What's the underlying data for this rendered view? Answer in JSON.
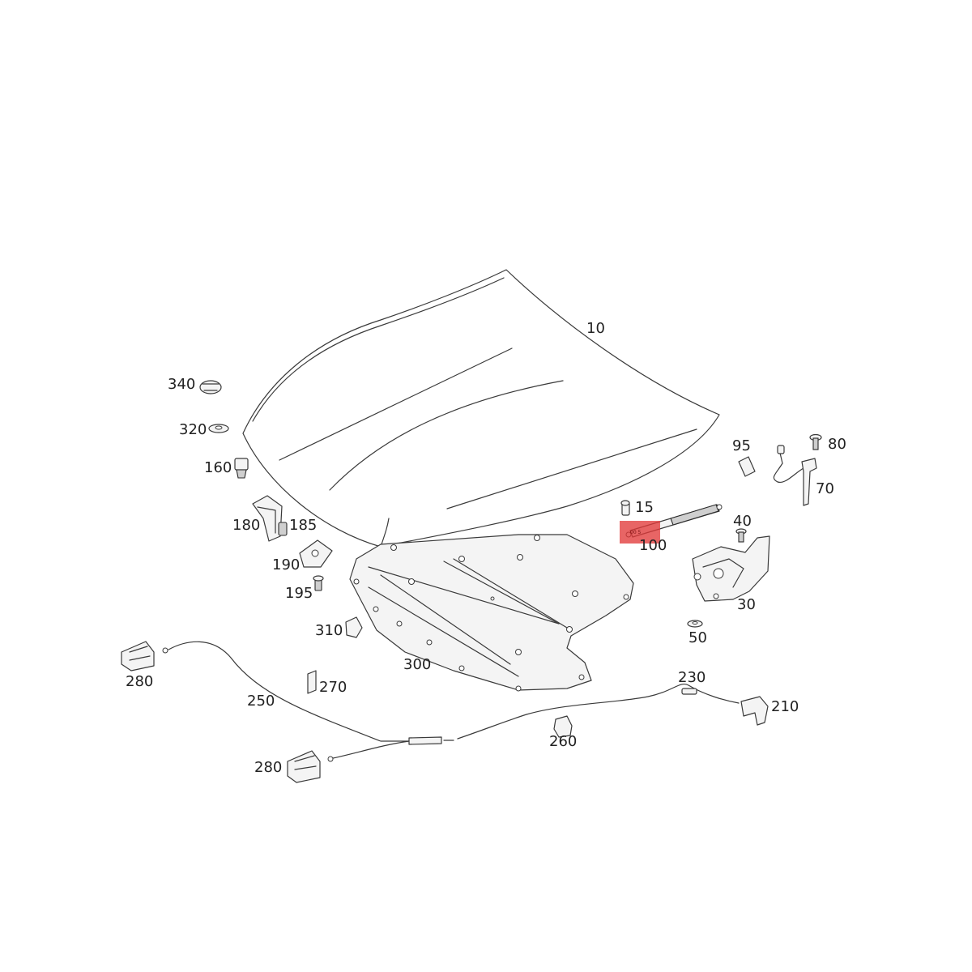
{
  "diagram": {
    "highlight_color": "#e23a3a",
    "line_color": "#3a3a3a",
    "highlighted_part": "100",
    "highlight_mark": "00 5",
    "labels": {
      "p10": "10",
      "p15": "15",
      "p30": "30",
      "p40": "40",
      "p50": "50",
      "p70": "70",
      "p80": "80",
      "p95": "95",
      "p100": "100",
      "p160": "160",
      "p180": "180",
      "p185": "185",
      "p190": "190",
      "p195": "195",
      "p210": "210",
      "p230": "230",
      "p250": "250",
      "p260": "260",
      "p270": "270",
      "p280a": "280",
      "p280b": "280",
      "p300": "300",
      "p310": "310",
      "p320": "320",
      "p340": "340"
    }
  }
}
